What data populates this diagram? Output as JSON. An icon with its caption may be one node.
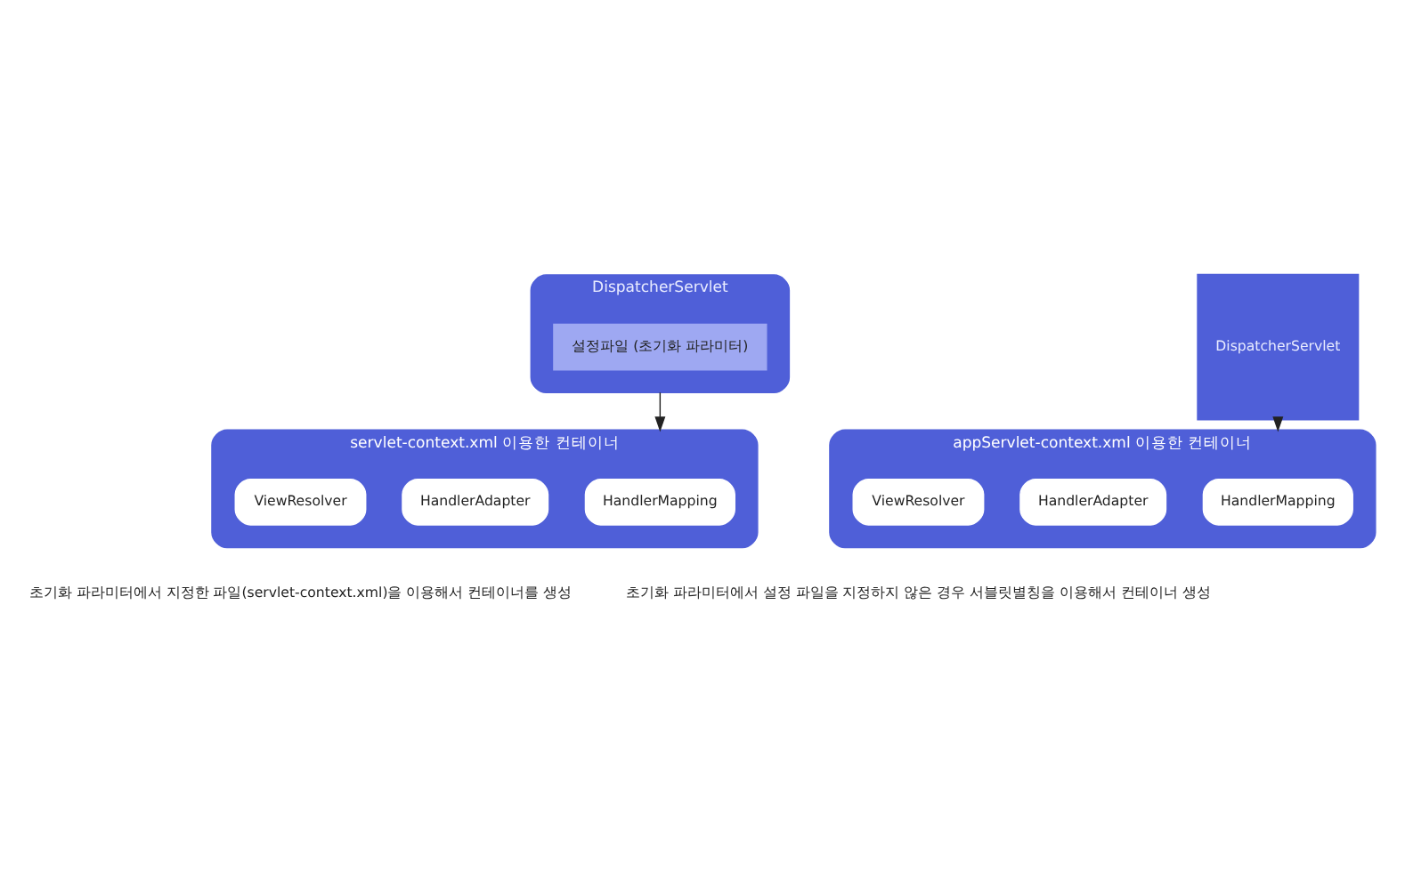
{
  "diagram": {
    "nodes": [
      {
        "text": [
          "DispatcherServlet"
        ]
      },
      {
        "text": [
          "설정파일 (초기화 파라미터)"
        ],
        "in": 0
      },
      {
        "text": [
          "servlet-context.xml 이용한 컨테이너"
        ]
      },
      {
        "text": [
          "HandlerMapping"
        ],
        "in": 2
      },
      {
        "text": [
          "HandlerAdapter"
        ],
        "in": 2
      },
      {
        "text": [
          "ViewResolver"
        ],
        "in": 2
      },
      {
        "text": [
          "DispatcherServlet"
        ]
      },
      {
        "text": [
          "appServlet-context.xml 이용한 컨테이너"
        ]
      },
      {
        "text": [
          "HandlerMapping"
        ],
        "in": 7
      },
      {
        "text": [
          "HandlerAdapter"
        ],
        "in": 7
      },
      {
        "text": [
          "ViewResolver"
        ],
        "in": 7
      }
    ],
    "edges": [
      {
        "from": 0,
        "to": 2,
        "arrow": "to"
      },
      {
        "from": 6,
        "to": 7,
        "arrow": "to"
      }
    ],
    "labels": [
      "초기화 파라미터에서 지정한 파일(servlet-context.xml)을 이용해서 컨테이너를 생성",
      "초기화 파라미터에서 설정 파일을 지정하지 않은 경우 서블릿별칭을 이용해서 컨테이너 생성"
    ]
  }
}
